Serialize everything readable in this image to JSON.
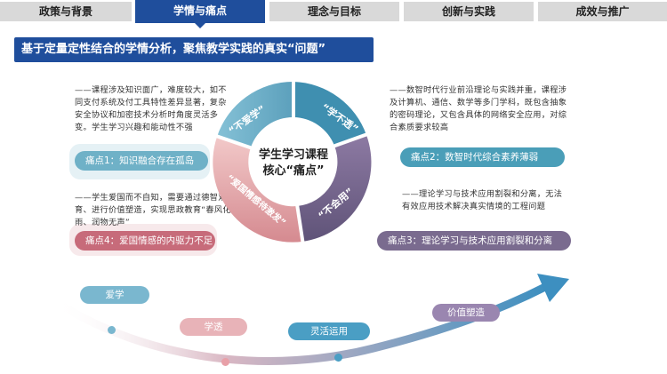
{
  "tabs": [
    {
      "label": "政策与背景",
      "active": false
    },
    {
      "label": "学情与痛点",
      "active": true
    },
    {
      "label": "理念与目标",
      "active": false
    },
    {
      "label": "创新与实践",
      "active": false
    },
    {
      "label": "成效与推广",
      "active": false
    }
  ],
  "headline": "基于定量定性结合的学情分析，聚焦教学实践的真实“问题”",
  "center": {
    "line1": "学生学习课程",
    "line2": "核心“痛点”",
    "segments": [
      "“不爱学”",
      "“学不透”",
      "“不会用”",
      "“爱国情感待激发”"
    ]
  },
  "pain_points": [
    {
      "desc": "——课程涉及知识面广，难度较大，如不同支付系统及付工具特性差异显著，复杂安全协议和加密技术分析时角度灵活多变。学生学习兴趣和能动性不强",
      "label": "痛点1：知识融合存在孤岛"
    },
    {
      "desc": "——数智时代行业前沿理论与实践并重，课程涉及计算机、通信、数学等多门学科，既包含抽象的密码理论，又包含具体的网络安全应用，对综合素质要求较高",
      "label": "痛点2：数智时代综合素养薄弱"
    },
    {
      "desc": "——理论学习与技术应用割裂和分离，无法有效应用技术解决真实情境的工程问题",
      "label": "痛点3：理论学习与技术应用割裂和分离"
    },
    {
      "desc": "——学生爱国而不自知，需要通过德智双育、进行价值塑造，实现思政教育“春风化雨、润物无声”",
      "label": "痛点4：爱国情感的内驱力不足"
    }
  ],
  "stages": [
    "爱学",
    "学透",
    "灵活运用",
    "价值塑造"
  ],
  "colors": {
    "primary": "#1f4e9c",
    "blue": "#6fb1c7",
    "teal": "#4a9eb8",
    "purple": "#7a6b8f",
    "rose": "#c76b7a"
  }
}
